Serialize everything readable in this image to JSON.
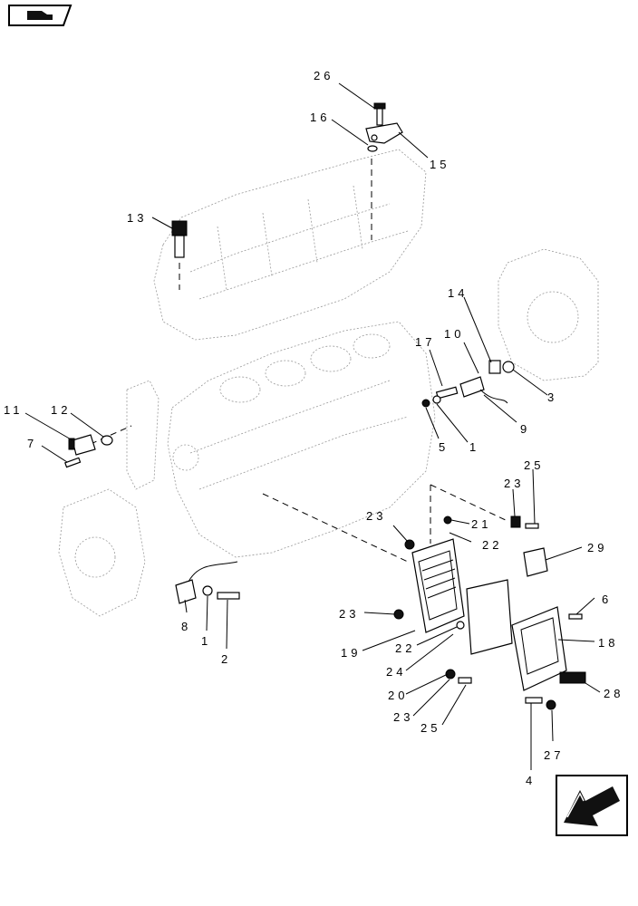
{
  "labels": {
    "l26": "26",
    "l16": "16",
    "l15": "15",
    "l13": "13",
    "l14": "14",
    "l10": "10",
    "l17": "17",
    "l3": "3",
    "l9": "9",
    "l5": "5",
    "l1a": "1",
    "l11": "11",
    "l12": "12",
    "l7": "7",
    "l25a": "25",
    "l23a": "23",
    "l21": "21",
    "l23b": "23",
    "l22a": "22",
    "l29": "29",
    "l6": "6",
    "l23c": "23",
    "l18": "18",
    "l19": "19",
    "l22b": "22",
    "l24": "24",
    "l8": "8",
    "l1b": "1",
    "l2": "2",
    "l20": "20",
    "l28": "28",
    "l23d": "23",
    "l25b": "25",
    "l27": "27",
    "l4": "4"
  },
  "icons": {
    "corner_tag": "book-icon",
    "nav_arrow": "arrow-left-down-icon"
  }
}
